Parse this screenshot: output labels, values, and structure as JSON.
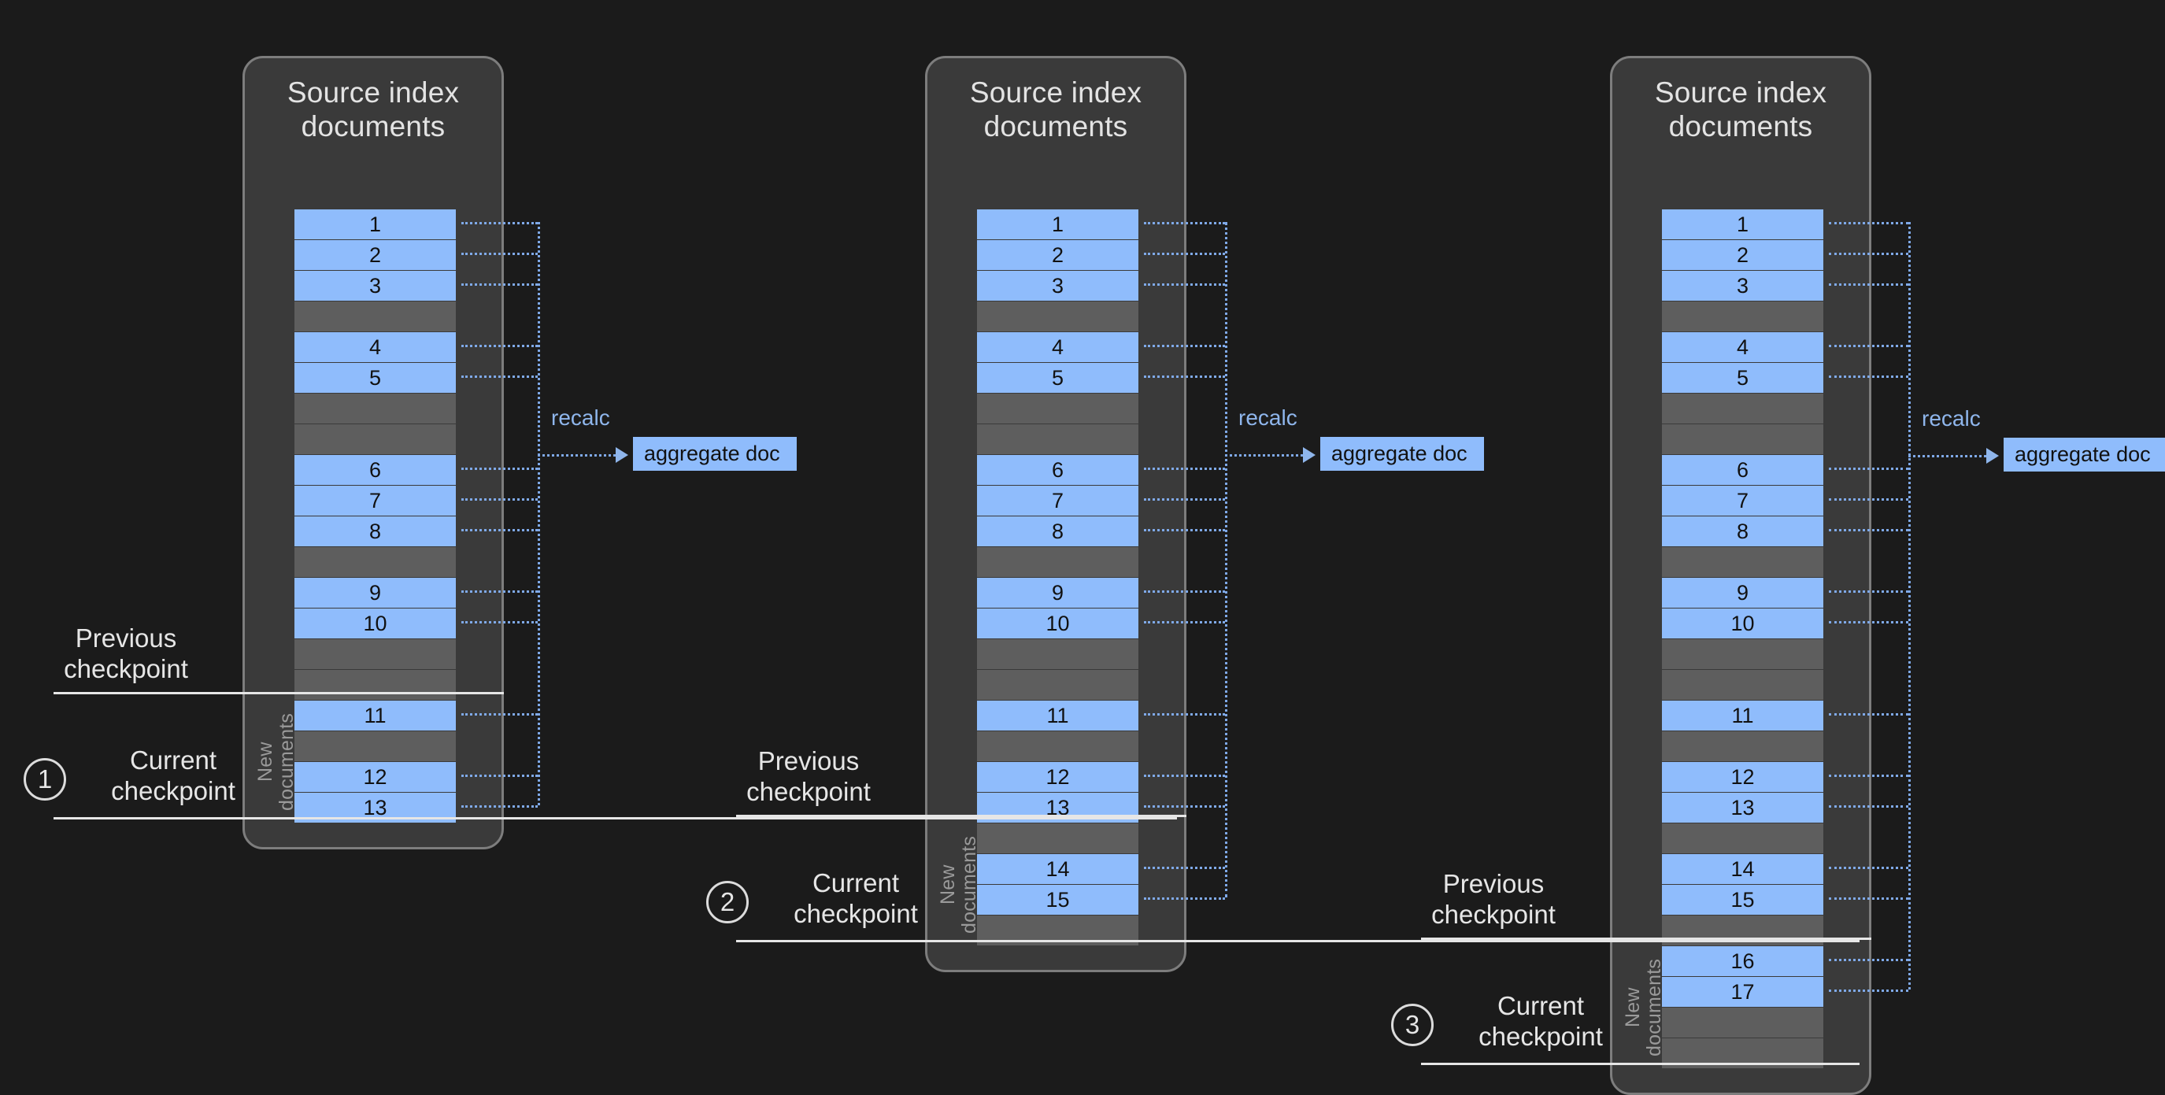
{
  "diagram": {
    "title_text": "Source index\ndocuments",
    "new_documents_label": "New\ndocuments",
    "previous_checkpoint_label": "Previous\ncheckpoint",
    "current_checkpoint_label": "Current\ncheckpoint",
    "recalc_label": "recalc",
    "aggregate_doc_label": "aggregate doc",
    "colors": {
      "background": "#1b1b1b",
      "panel_fill": "#3a3a3a",
      "panel_border": "#7d7d7d",
      "doc_blue": "#8fbcfc",
      "doc_gray": "#5e5e5e",
      "connector_blue": "#7fa9e8",
      "rule_white": "#e6e6e6",
      "label_text": "#e6e6e6",
      "muted_text": "#9a9a9a"
    }
  },
  "stages": [
    {
      "step_number": "1",
      "title": "Source index\ndocuments",
      "recalc": "recalc",
      "aggregate_doc": "aggregate doc",
      "previous_checkpoint": "Previous\ncheckpoint",
      "current_checkpoint": "Current\ncheckpoint",
      "new_documents": "New\ndocuments",
      "docs_before_checkpoint": [
        "1",
        "2",
        "3",
        "",
        "4",
        "5",
        "",
        "",
        "6",
        "7",
        "8",
        "",
        "9",
        "10",
        "",
        ""
      ],
      "docs_new": [
        "11",
        "",
        "12",
        "13"
      ],
      "rows": [
        "1",
        "2",
        "3",
        "",
        "4",
        "5",
        "",
        "",
        "6",
        "7",
        "8",
        "",
        "9",
        "10",
        "",
        "",
        "11",
        "",
        "12",
        "13"
      ]
    },
    {
      "step_number": "2",
      "title": "Source index\ndocuments",
      "recalc": "recalc",
      "aggregate_doc": "aggregate doc",
      "previous_checkpoint": "Previous\ncheckpoint",
      "current_checkpoint": "Current\ncheckpoint",
      "new_documents": "New\ndocuments",
      "docs_before_checkpoint": [
        "1",
        "2",
        "3",
        "",
        "4",
        "5",
        "",
        "",
        "6",
        "7",
        "8",
        "",
        "9",
        "10",
        "",
        "",
        "11",
        "",
        "12",
        "13"
      ],
      "docs_new": [
        "",
        "14",
        "15",
        ""
      ],
      "rows": [
        "1",
        "2",
        "3",
        "",
        "4",
        "5",
        "",
        "",
        "6",
        "7",
        "8",
        "",
        "9",
        "10",
        "",
        "",
        "11",
        "",
        "12",
        "13",
        "",
        "14",
        "15",
        ""
      ]
    },
    {
      "step_number": "3",
      "title": "Source index\ndocuments",
      "recalc": "recalc",
      "aggregate_doc": "aggregate doc",
      "previous_checkpoint": "Previous\ncheckpoint",
      "current_checkpoint": "Current\ncheckpoint",
      "new_documents": "New\ndocuments",
      "docs_before_checkpoint": [
        "1",
        "2",
        "3",
        "",
        "4",
        "5",
        "",
        "",
        "6",
        "7",
        "8",
        "",
        "9",
        "10",
        "",
        "",
        "11",
        "",
        "12",
        "13",
        "",
        "14",
        "15",
        ""
      ],
      "docs_new": [
        "16",
        "17",
        "",
        ""
      ],
      "rows": [
        "1",
        "2",
        "3",
        "",
        "4",
        "5",
        "",
        "",
        "6",
        "7",
        "8",
        "",
        "9",
        "10",
        "",
        "",
        "11",
        "",
        "12",
        "13",
        "",
        "14",
        "15",
        "",
        "16",
        "17",
        "",
        ""
      ]
    }
  ]
}
